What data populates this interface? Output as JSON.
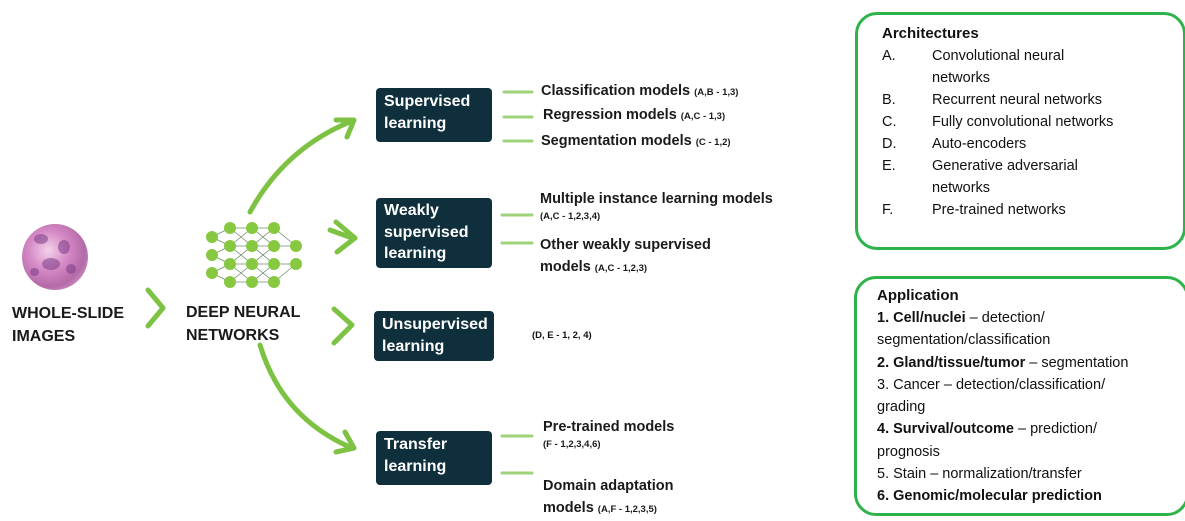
{
  "input": {
    "label_lines": [
      "WHOLE-SLIDE",
      "IMAGES"
    ]
  },
  "network": {
    "label_lines": [
      "DEEP NEURAL",
      "NETWORKS"
    ]
  },
  "methods": [
    {
      "label_lines": [
        "Supervised",
        "learning"
      ],
      "models": [
        {
          "name": "Classification models",
          "ref": "(A,B - 1,3)"
        },
        {
          "name": "Regression models",
          "ref": "(A,C - 1,3)"
        },
        {
          "name": "Segmentation models",
          "ref": "(C - 1,2)"
        }
      ]
    },
    {
      "label_lines": [
        "Weakly",
        "supervised",
        "learning"
      ],
      "models": [
        {
          "name": "Multiple instance learning models",
          "ref": "(A,C - 1,2,3,4)"
        },
        {
          "name": "Other weakly supervised",
          "name2": "models",
          "ref": "(A,C - 1,2,3)"
        }
      ]
    },
    {
      "label_lines": [
        "Unsupervised",
        "learning"
      ],
      "ref": "(D, E - 1, 2, 4)"
    },
    {
      "label_lines": [
        "Transfer",
        "learning"
      ],
      "models": [
        {
          "name": "Pre-trained models",
          "ref": "(F - 1,2,3,4,6)"
        },
        {
          "name": "Domain adaptation",
          "name2": "models",
          "ref": "(A,F - 1,2,3,5)"
        }
      ]
    }
  ],
  "architectures": {
    "title": "Architectures",
    "items": [
      {
        "letter": "A.",
        "text": "Convolutional neural networks"
      },
      {
        "letter": "B.",
        "text": "Recurrent neural networks"
      },
      {
        "letter": "C.",
        "text": "Fully convolutional networks"
      },
      {
        "letter": "D.",
        "text": "Auto-encoders"
      },
      {
        "letter": "E.",
        "text": "Generative adversarial networks"
      },
      {
        "letter": "F.",
        "text": "Pre-trained networks"
      }
    ]
  },
  "application": {
    "title": "Application",
    "items": [
      {
        "bold": "1. Cell/nuclei",
        "rest": " – detection/",
        "cont": "segmentation/classification"
      },
      {
        "bold": "2. Gland/tissue/tumor",
        "rest": " – segmentation"
      },
      {
        "bold": "",
        "rest": "3. Cancer – detection/classification/",
        "cont": "grading"
      },
      {
        "bold": "4. Survival/outcome",
        "rest": " –  prediction/",
        "cont": "prognosis"
      },
      {
        "bold": "",
        "rest": "5. Stain – normalization/transfer"
      },
      {
        "bold": "6. Genomic/molecular prediction",
        "rest": ""
      }
    ]
  },
  "colors": {
    "accent_green": "#7dc242",
    "box_navy": "#0f2f3d",
    "panel_border": "#2db34a"
  }
}
